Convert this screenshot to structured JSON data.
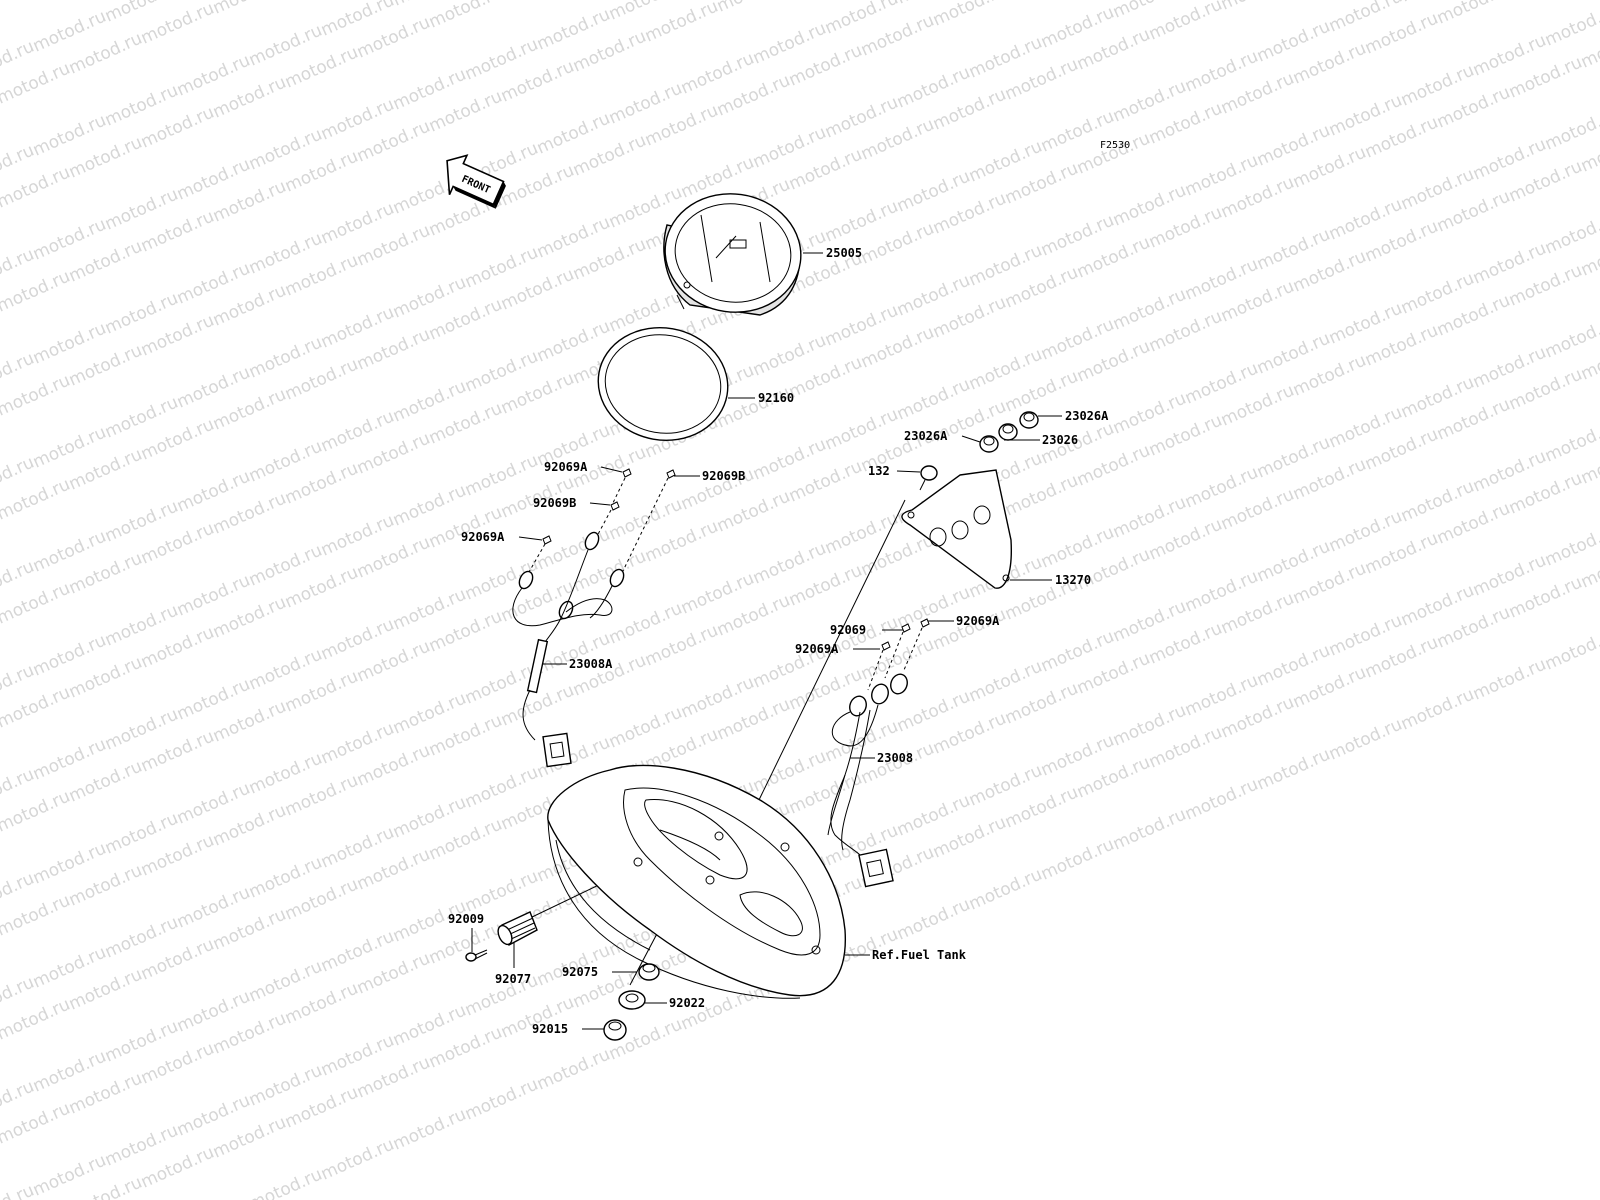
{
  "figure_code": "F2530",
  "front_arrow_text": "FRONT",
  "watermark_text": "motod.ru",
  "labels": {
    "p25005": "25005",
    "p92160": "92160",
    "p92069A_1": "92069A",
    "p92069B_1": "92069B",
    "p92069B_2": "92069B",
    "p92069A_2": "92069A",
    "p23008A": "23008A",
    "p23026A_1": "23026A",
    "p23026A_2": "23026A",
    "p23026": "23026",
    "p132": "132",
    "p13270": "13270",
    "p92069": "92069",
    "p92069A_3": "92069A",
    "p92069A_4": "92069A",
    "p23008": "23008",
    "p92009": "92009",
    "p92077": "92077",
    "p92075": "92075",
    "p92022": "92022",
    "p92015": "92015",
    "ref_fuel_tank": "Ref.Fuel Tank"
  }
}
